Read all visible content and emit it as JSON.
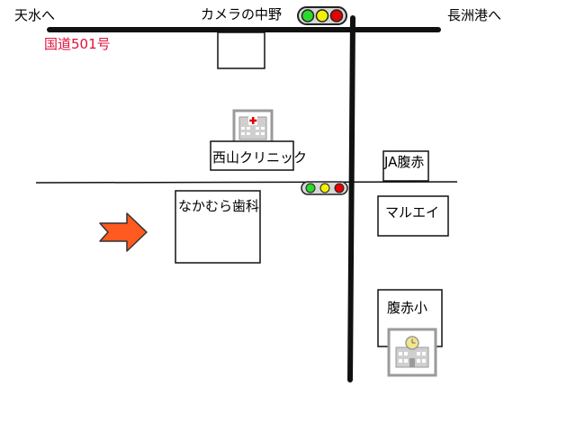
{
  "labels": {
    "west": "天水へ",
    "east": "長洲港へ",
    "camera_nakano": "カメラの中野",
    "route": "国道501号",
    "nishiyama_clinic": "西山クリニック",
    "ja_harayaka": "JA腹赤",
    "nakamura_dental": "なかむら歯科",
    "maruei": "マルエイ",
    "harayaka_school": "腹赤小"
  },
  "colors": {
    "road": "#111111",
    "route_label": "#e0103a",
    "arrow_fill": "#ff5a1f",
    "arrow_stroke": "#333333",
    "signal_green": "#2bd82b",
    "signal_yellow": "#f2f200",
    "signal_red": "#e80000",
    "icon_gray": "#9a9a9a",
    "clock_face": "#f2e58a"
  },
  "icons": {
    "hospital": "hospital-icon",
    "school": "school-icon",
    "direction_arrow": "arrow-right-icon"
  }
}
